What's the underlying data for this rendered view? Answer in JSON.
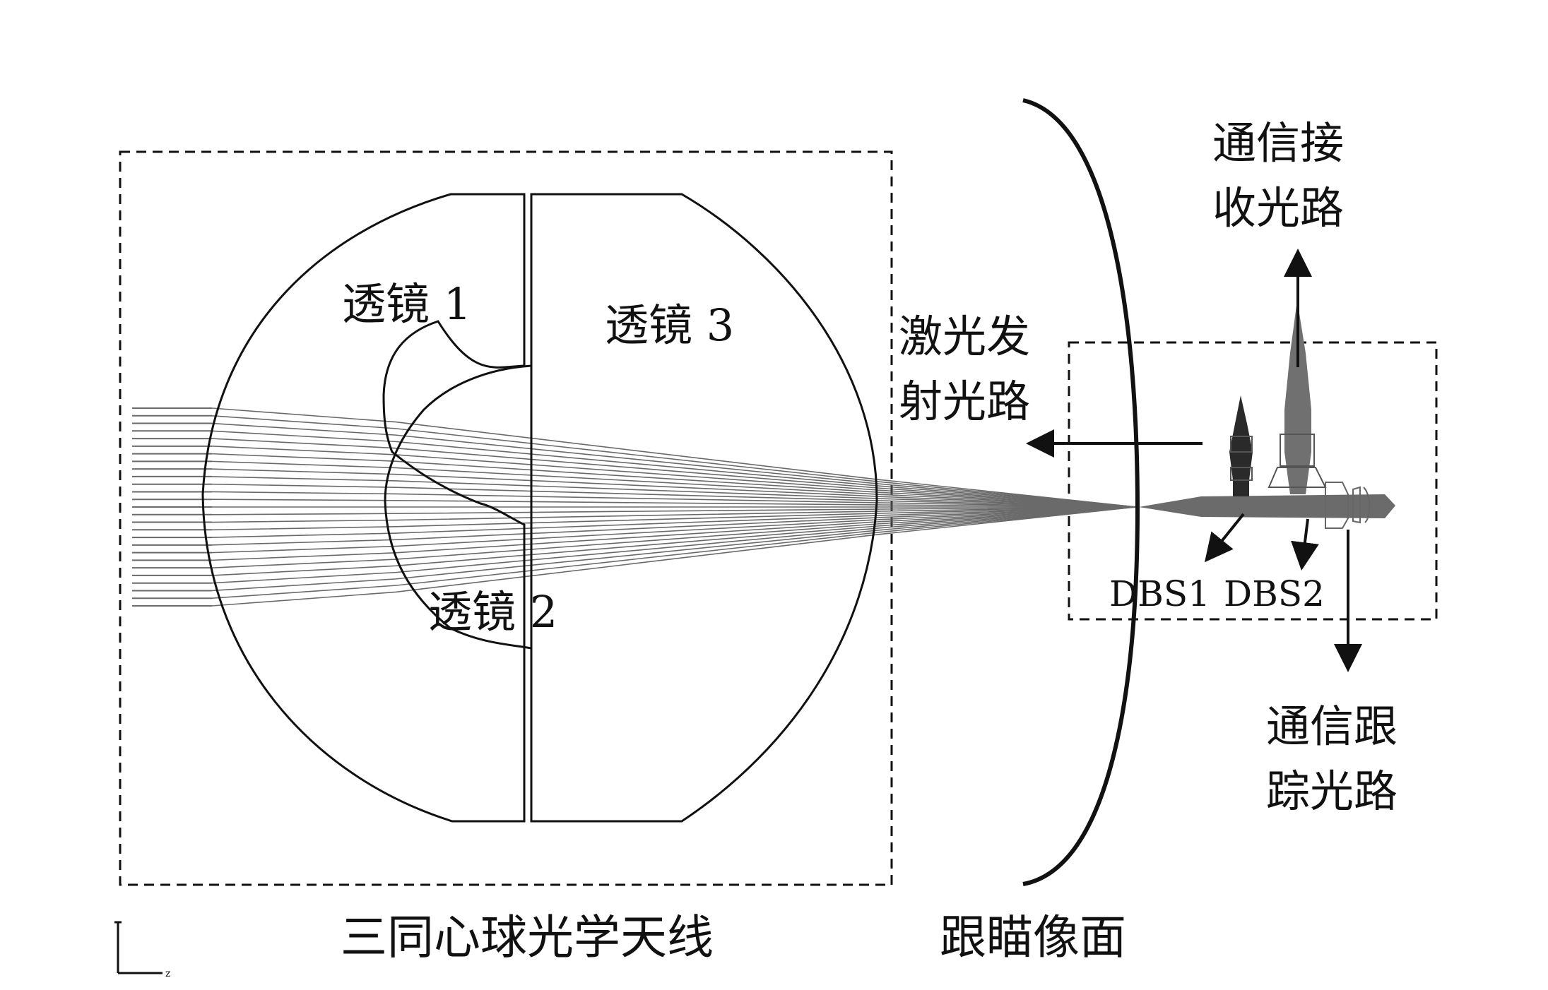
{
  "labels": {
    "lens1": "透镜 1",
    "lens2": "透镜 2",
    "lens3": "透镜 3",
    "laser_tx_line1": "激光发",
    "laser_tx_line2": "射光路",
    "comm_rx_line1": "通信接",
    "comm_rx_line2": "收光路",
    "comm_track_line1": "通信跟",
    "comm_track_line2": "踪光路",
    "dbs1": "DBS1",
    "dbs2": "DBS2",
    "antenna_caption": "三同心球光学天线",
    "image_plane_caption": "跟瞄像面",
    "axis_z": "z"
  },
  "colors": {
    "outline": "#111111",
    "ray": "#6a6a6a",
    "ray_dark": "#555555",
    "dbs1_element": "#2a2a2a",
    "background": "#ffffff"
  }
}
